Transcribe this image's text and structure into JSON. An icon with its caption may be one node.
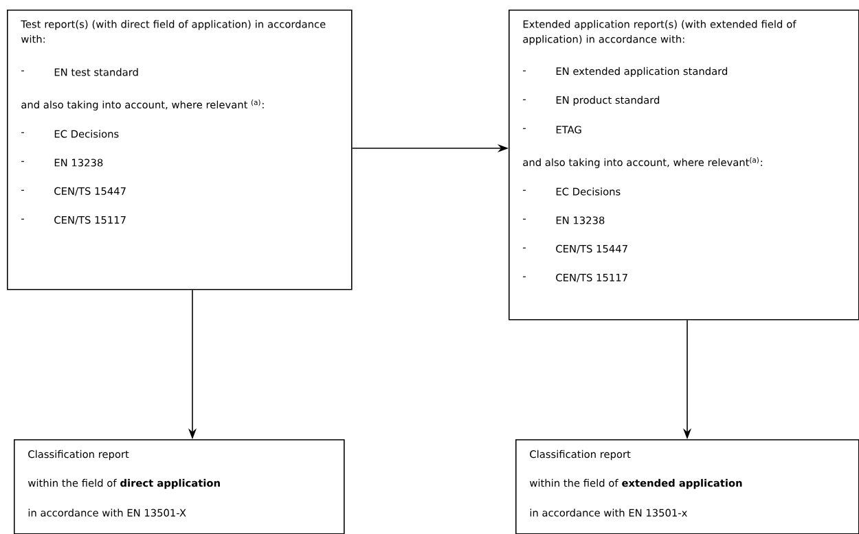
{
  "diagram": {
    "nodes": [
      {
        "text": [
          "Test report(s) (with direct field of application) in accordance with:",
          "-",
          "EN test standard",
          "and also taking into account, where relevant $^{(a)}$:",
          "-",
          "EC Decisions",
          "-",
          "EN 13238",
          "-",
          "CEN/TS 15447",
          "-",
          "CEN/TS 15117"
        ]
      },
      {
        "text": [
          "Extended application report(s) (with extended field of application) in accordance with:",
          "-",
          "EN extended application standard",
          "-",
          "EN product standard",
          "-",
          "ETAG",
          "and also taking into account, where relevant$^{(a)}$:",
          "-",
          "EC Decisions",
          "-",
          "EN 13238",
          "-",
          "CEN/TS 15447",
          "-",
          "CEN/TS 15117"
        ]
      },
      {
        "text": [
          "Classification report",
          "within the field of **direct application**",
          "in accordance with EN 13501-X"
        ]
      },
      {
        "text": [
          "Classification report",
          "within the field of **extended application**",
          "in accordance with EN 13501-x"
        ]
      }
    ],
    "edges": [
      {
        "from": 0,
        "to": 1,
        "arrow": "to"
      },
      {
        "from": 0,
        "to": 2,
        "arrow": "to"
      },
      {
        "from": 1,
        "to": 3,
        "arrow": "to"
      }
    ]
  }
}
